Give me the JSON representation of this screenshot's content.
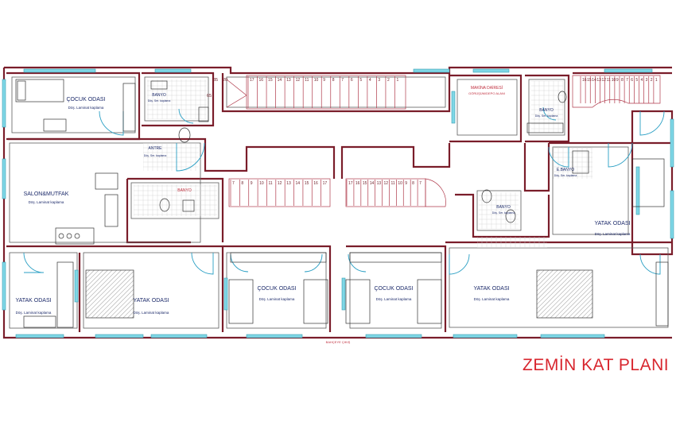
{
  "title": "ZEMİN KAT PLANI",
  "step_numbers_top": [
    "17",
    "16",
    "15",
    "14",
    "13",
    "12",
    "11",
    "10",
    "9",
    "8",
    "7",
    "6",
    "5",
    "4",
    "3",
    "2",
    "1"
  ],
  "step_numbers_right": [
    "16",
    "15",
    "14",
    "13",
    "12",
    "11",
    "10",
    "9",
    "8",
    "7",
    "6",
    "5",
    "4",
    "3",
    "2",
    "1"
  ],
  "step_numbers_mid_left": [
    "7",
    "8",
    "9",
    "10",
    "11",
    "12",
    "13",
    "14",
    "15",
    "16",
    "17"
  ],
  "step_numbers_mid_right": [
    "17",
    "16",
    "15",
    "14",
    "13",
    "12",
    "11",
    "10",
    "9",
    "8",
    "7"
  ],
  "dims_top": [
    "35",
    "20",
    "65"
  ],
  "rooms": {
    "cocuk_top_left": {
      "name": "ÇOCUK ODASI",
      "floor": "Döş. Laminat kaplama"
    },
    "banyo_top_left": {
      "name": "BANYO",
      "floor": "Döş. Ser. kaplama"
    },
    "antre": {
      "name": "ANTRE",
      "floor": "Döş. Ser. kaplama"
    },
    "salon": {
      "name": "SALON&MUTFAK",
      "floor": "Döş. Laminat kaplama"
    },
    "banyo_mid_left": {
      "name": "BANYO"
    },
    "yatak_left1": {
      "name": "YATAK ODASI",
      "floor": "Döş. Laminat kaplama"
    },
    "yatak_left2": {
      "name": "YATAK ODASI",
      "floor": "Döş. Laminat kaplama"
    },
    "cocuk_mid_left": {
      "name": "ÇOCUK ODASI",
      "floor": "Döş. Laminat kaplama"
    },
    "cocuk_mid_right": {
      "name": "ÇOCUK ODASI",
      "floor": "Döş. Laminat kaplama"
    },
    "yatak_right1": {
      "name": "YATAK ODASI",
      "floor": "Döş. Laminat kaplama"
    },
    "yatak_right2": {
      "name": "YATAK ODASI",
      "floor": "Döş. Laminat kaplama"
    },
    "makina": {
      "name": "MAKİNA DAİRESİ",
      "sub": "GÖRÜŞÜM/DEPO ALANI"
    },
    "banyo_top_right": {
      "name": "BANYO",
      "floor": "Döş. Ser. kaplama"
    },
    "ebanyo": {
      "name": "E.BANYO",
      "floor": "Döş. Ser. kaplama"
    },
    "banyo_mid_right": {
      "name": "BANYO",
      "floor": "Döş. Ser. kaplama"
    },
    "bottom_note": {
      "name": "BAHÇEYE ÇIKIŞ"
    }
  },
  "colors": {
    "wall": "#7a1d2a",
    "window": "#7fd7e6",
    "door": "#2a9fc4",
    "label": "#1c2a6a",
    "title": "#d8262e"
  }
}
